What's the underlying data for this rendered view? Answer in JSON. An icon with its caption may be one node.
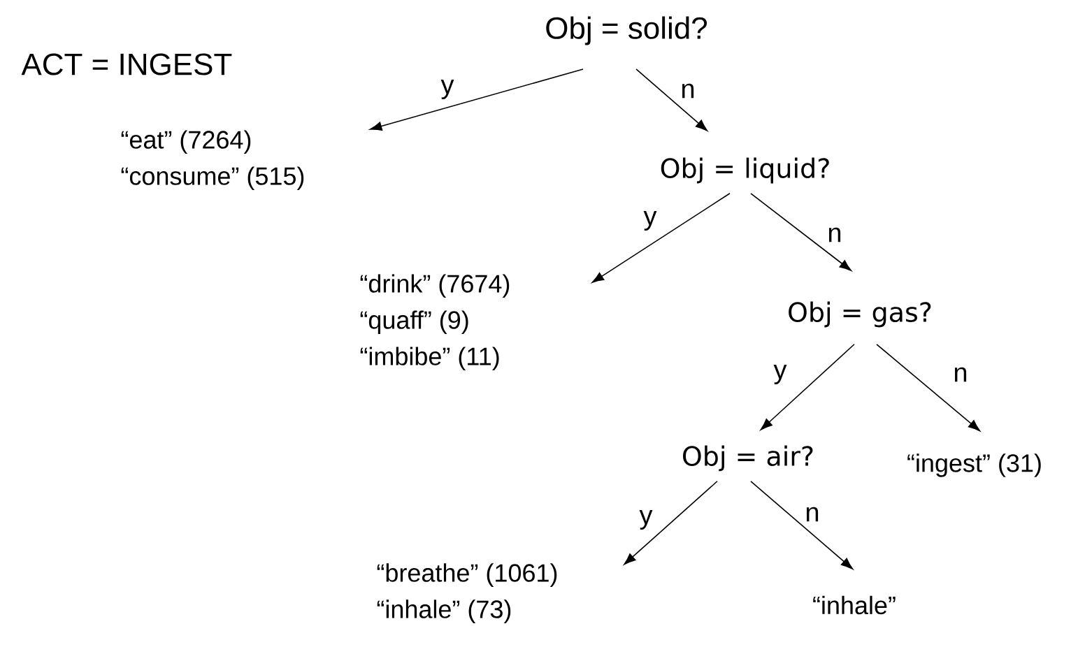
{
  "diagram": {
    "nodes": [
      {
        "text": [
          "Obj = solid?"
        ]
      },
      {
        "text": [
          "“eat” (7264)",
          "“consume” (515)"
        ]
      },
      {
        "text": [
          "Obj = liquid?"
        ]
      },
      {
        "text": [
          "“drink” (7674)",
          "“quaff” (9)",
          "“imbibe” (11)"
        ]
      },
      {
        "text": [
          "Obj = gas?"
        ]
      },
      {
        "text": [
          "Obj = air?"
        ]
      },
      {
        "text": [
          "“ingest” (31)"
        ]
      },
      {
        "text": [
          "“breathe” (1061)",
          "“inhale” (73)"
        ]
      },
      {
        "text": [
          "“inhale”"
        ]
      }
    ],
    "edges": [
      {
        "from": 0,
        "to": 1,
        "arrow": "to",
        "label": "y"
      },
      {
        "from": 0,
        "to": 2,
        "arrow": "to",
        "label": "n"
      },
      {
        "from": 2,
        "to": 3,
        "arrow": "to",
        "label": "y"
      },
      {
        "from": 2,
        "to": 4,
        "arrow": "to",
        "label": "n"
      },
      {
        "from": 4,
        "to": 5,
        "arrow": "to",
        "label": "y"
      },
      {
        "from": 4,
        "to": 6,
        "arrow": "to",
        "label": "n"
      },
      {
        "from": 5,
        "to": 7,
        "arrow": "to",
        "label": "y"
      },
      {
        "from": 5,
        "to": 8,
        "arrow": "to",
        "label": "n"
      }
    ],
    "labels": [
      "ACT = INGEST"
    ]
  }
}
